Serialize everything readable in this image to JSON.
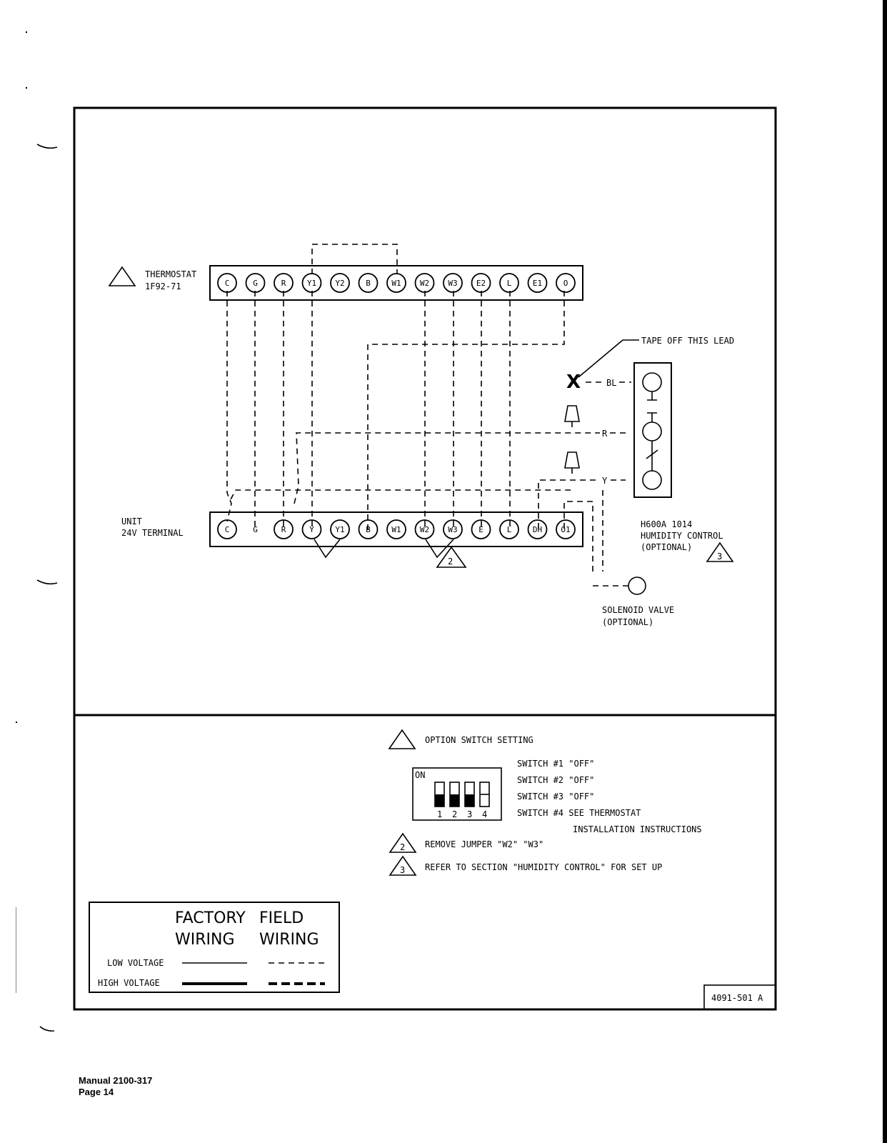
{
  "thermostat": {
    "label": "THERMOSTAT",
    "model": "1F92-71",
    "terminals": [
      "C",
      "G",
      "R",
      "Y1",
      "Y2",
      "B",
      "W1",
      "W2",
      "W3",
      "E2",
      "L",
      "E1",
      "O"
    ]
  },
  "unit": {
    "label": "UNIT",
    "sublabel": "24V TERMINAL",
    "terminals": [
      "C",
      "G",
      "R",
      "Y",
      "Y1",
      "B",
      "W1",
      "W2",
      "W3",
      "E",
      "L",
      "DH",
      "O1"
    ]
  },
  "tape_note": "TAPE OFF THIS LEAD",
  "wire_labels": {
    "bl": "BL",
    "r": "R",
    "y": "Y"
  },
  "humidity_control": {
    "model": "H600A 1014",
    "name": "HUMIDITY CONTROL",
    "optional": "(OPTIONAL)"
  },
  "solenoid": {
    "name": "SOLENOID VALVE",
    "optional": "(OPTIONAL)"
  },
  "notes": {
    "note1_title": "OPTION SWITCH SETTING",
    "dip_on": "ON",
    "dip_numbers": [
      "1",
      "2",
      "3",
      "4"
    ],
    "switch_lines": [
      "SWITCH #1 \"OFF\"",
      "SWITCH #2 \"OFF\"",
      "SWITCH #3 \"OFF\"",
      "SWITCH #4 SEE THERMOSTAT"
    ],
    "switch_line5": "INSTALLATION INSTRUCTIONS",
    "note2": "REMOVE JUMPER \"W2\" \"W3\"",
    "note3": "REFER TO SECTION \"HUMIDITY CONTROL\" FOR SET UP",
    "marker_2": "2",
    "marker_3": "3"
  },
  "legend": {
    "col1_line1": "FACTORY",
    "col1_line2": "WIRING",
    "col2_line1": "FIELD",
    "col2_line2": "WIRING",
    "row1": "LOW VOLTAGE",
    "row2": "HIGH VOLTAGE"
  },
  "drawing_number": "4091-501 A",
  "footer": {
    "manual": "Manual 2100-317",
    "page": "Page 14"
  }
}
